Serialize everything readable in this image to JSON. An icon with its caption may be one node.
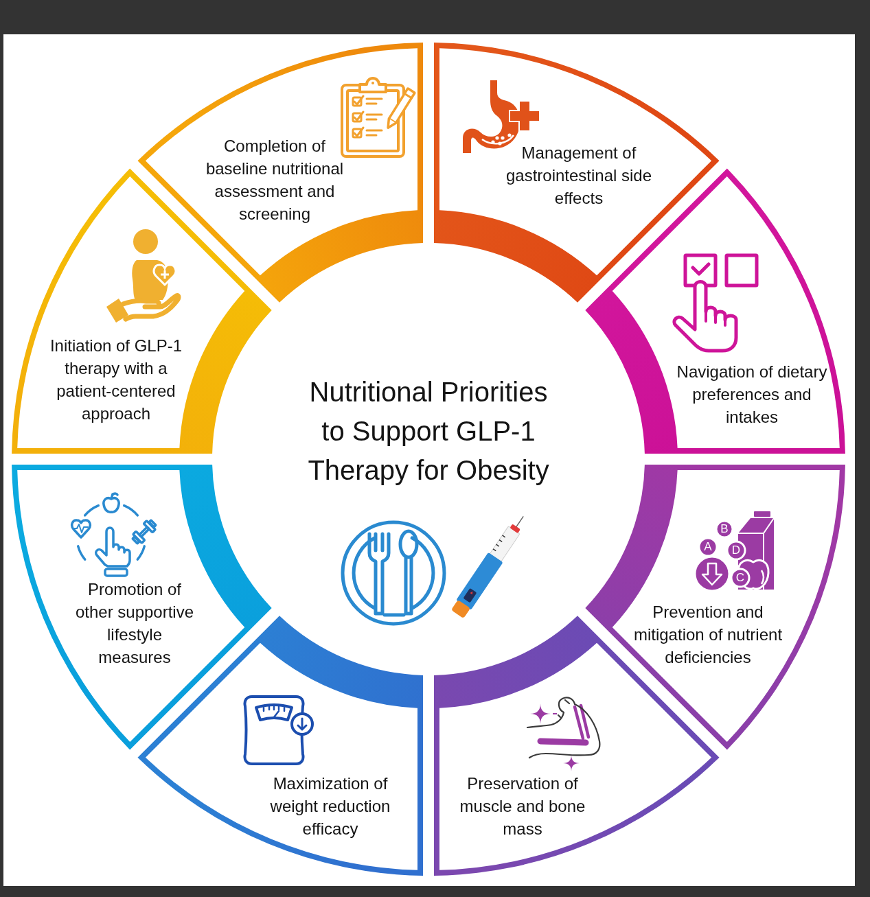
{
  "diagram": {
    "title": "Nutritional Priorities to Support GLP-1 Therapy for Obesity",
    "nodes": [
      {
        "text": [
          "Completion of baseline nutritional assessment and screening"
        ]
      },
      {
        "text": [
          "Management of gastrointestinal side effects"
        ]
      },
      {
        "text": [
          "Navigation of dietary preferences and intakes"
        ]
      },
      {
        "text": [
          "Prevention and mitigation of nutrient deficiencies"
        ]
      },
      {
        "text": [
          "Preservation of muscle and bone mass"
        ]
      },
      {
        "text": [
          "Maximization of weight reduction efficacy"
        ]
      },
      {
        "text": [
          "Promotion of other supportive lifestyle measures"
        ]
      },
      {
        "text": [
          "Initiation of GLP-1 therapy with a patient-centered approach"
        ]
      }
    ],
    "labels": [
      "B",
      "A",
      "D",
      "C"
    ]
  }
}
